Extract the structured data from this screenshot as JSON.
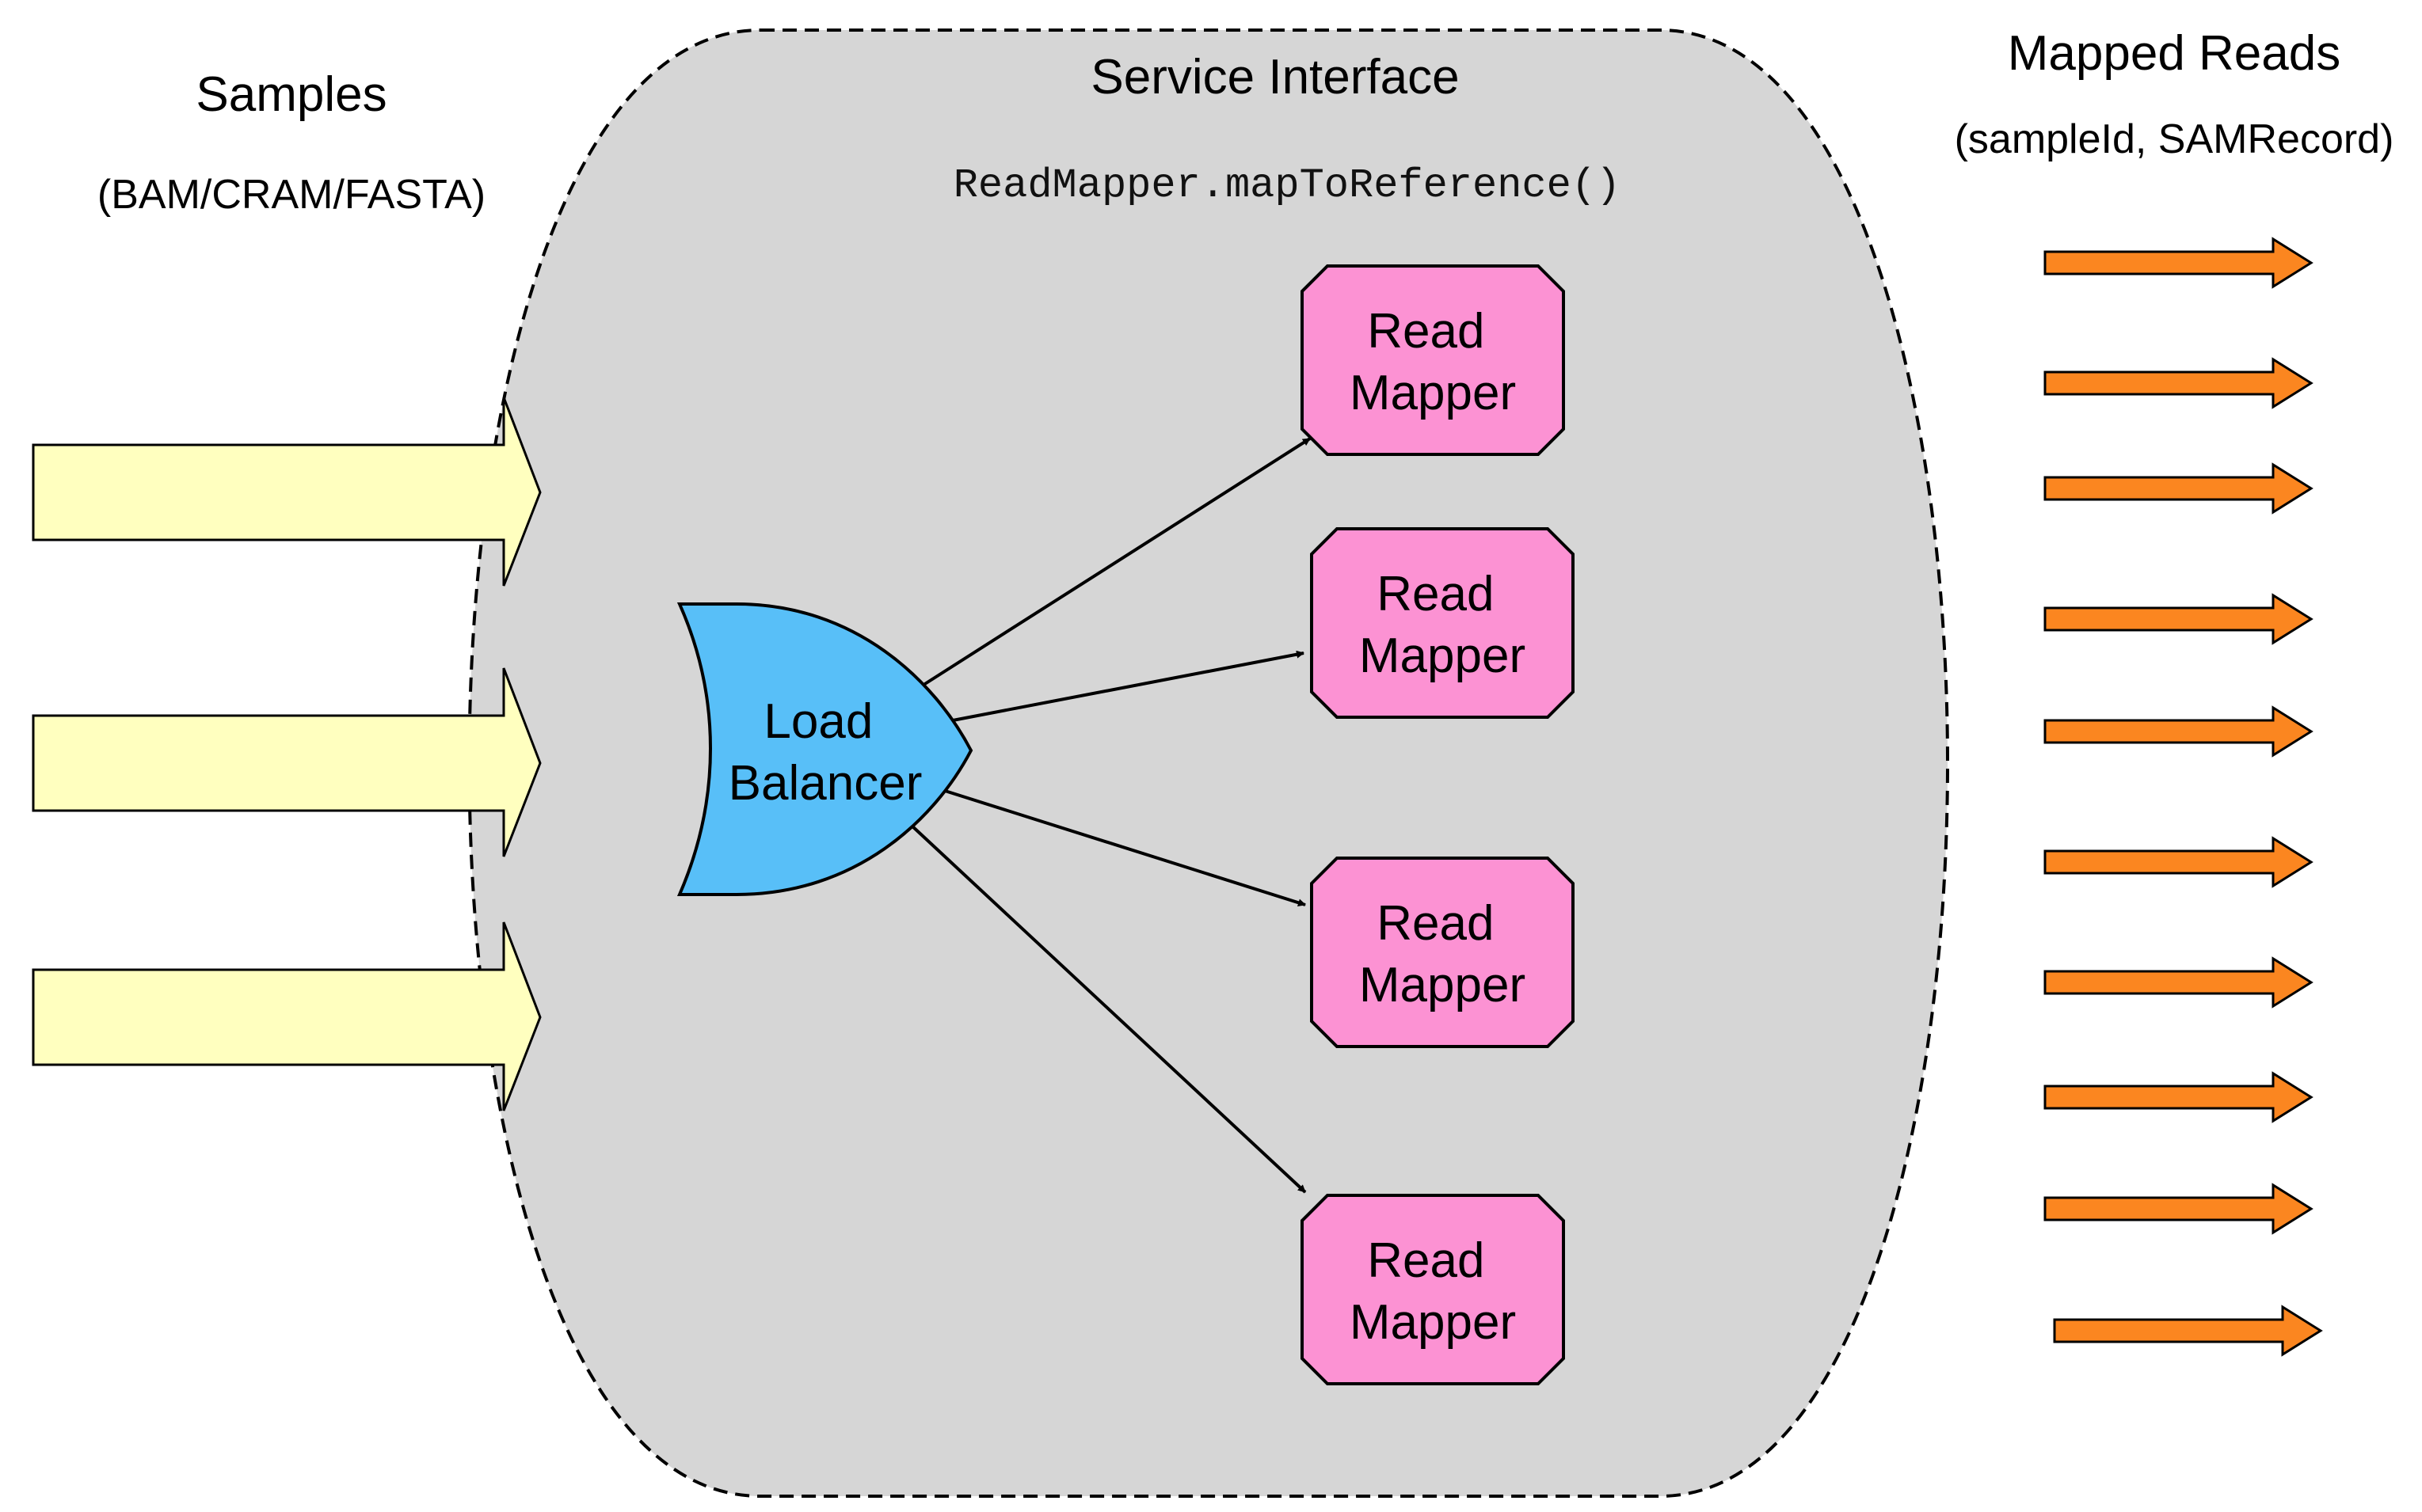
{
  "colors": {
    "background": "#ffffff",
    "input_arrow_fill": "#ffffbf",
    "service_fill": "#d6d6d6",
    "load_balancer_fill": "#58bff8",
    "mapper_fill": "#fc92d3",
    "output_arrow_fill": "#fb8620",
    "stroke": "#000000"
  },
  "samples": {
    "title": "Samples",
    "subtitle": "(BAM/CRAM/FASTA)",
    "input_arrow_count": 3
  },
  "service": {
    "title": "Service Interface",
    "method": "ReadMapper.mapToReference()",
    "load_balancer": {
      "line1": "Load",
      "line2": "Balancer"
    },
    "mappers": [
      {
        "line1": "Read",
        "line2": "Mapper"
      },
      {
        "line1": "Read",
        "line2": "Mapper"
      },
      {
        "line1": "Read",
        "line2": "Mapper"
      },
      {
        "line1": "Read",
        "line2": "Mapper"
      }
    ]
  },
  "mapped_reads": {
    "title": "Mapped Reads",
    "subtitle": "(sampleId, SAMRecord)",
    "output_arrow_count": 10
  }
}
